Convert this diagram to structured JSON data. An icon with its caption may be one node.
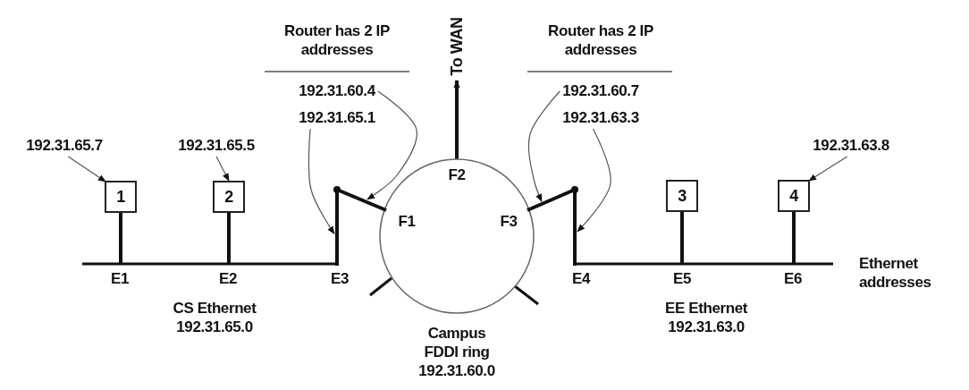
{
  "diagram": {
    "nodes": [
      {
        "text": [
          "1"
        ]
      },
      {
        "text": [
          "2"
        ]
      },
      {
        "text": [
          "3"
        ]
      },
      {
        "text": [
          "4"
        ]
      },
      {
        "text": [
          "192.31.65.7"
        ]
      },
      {
        "text": [
          "192.31.65.5"
        ]
      },
      {
        "text": [
          "192.31.63.8"
        ]
      },
      {
        "text": [
          "192.31.60.4"
        ]
      },
      {
        "text": [
          "192.31.65.1"
        ]
      },
      {
        "text": [
          "192.31.60.7"
        ]
      },
      {
        "text": [
          "192.31.63.3"
        ]
      },
      {
        "text": [],
        "shape": "circle",
        "beside": [
          "Campus FDDI ring 192.31.60.0"
        ]
      },
      {
        "text": [],
        "shape": "bar",
        "beside": [
          "CS Ethernet 192.31.65.0"
        ]
      },
      {
        "text": [],
        "shape": "bar",
        "beside": [
          "EE Ethernet 192.31.63.0"
        ]
      },
      {
        "text": [],
        "shape": "bar"
      },
      {
        "text": [],
        "shape": "bar"
      },
      {
        "text": [],
        "shape": "bar"
      },
      {
        "text": [],
        "shape": "bar"
      }
    ],
    "edges": [
      {
        "from": 0,
        "to": 12,
        "arrow": "none",
        "style": "thick"
      },
      {
        "from": 1,
        "to": 12,
        "arrow": "none",
        "style": "thick"
      },
      {
        "from": 2,
        "to": 13,
        "arrow": "none",
        "style": "thick"
      },
      {
        "from": 3,
        "to": 13,
        "arrow": "none",
        "style": "thick"
      },
      {
        "from": 4,
        "to": 0,
        "arrow": "to"
      },
      {
        "from": 5,
        "to": 1,
        "arrow": "to"
      },
      {
        "from": 6,
        "to": 3,
        "arrow": "to"
      },
      {
        "from": 7,
        "to": 15,
        "arrow": "to"
      },
      {
        "from": 8,
        "to": 14,
        "arrow": "to"
      },
      {
        "from": 9,
        "to": 16,
        "arrow": "to"
      },
      {
        "from": 10,
        "to": 17,
        "arrow": "to"
      },
      {
        "from": 11,
        "to": null,
        "arrow": "to",
        "label": "To WAN",
        "style": "thick"
      }
    ],
    "labels": [
      "Router has 2 IP addresses",
      "Router has 2 IP addresses",
      "F2",
      "F1",
      "F3",
      "E1",
      "E2",
      "E3",
      "E4",
      "E5",
      "E6",
      "Ethernet addresses"
    ]
  }
}
